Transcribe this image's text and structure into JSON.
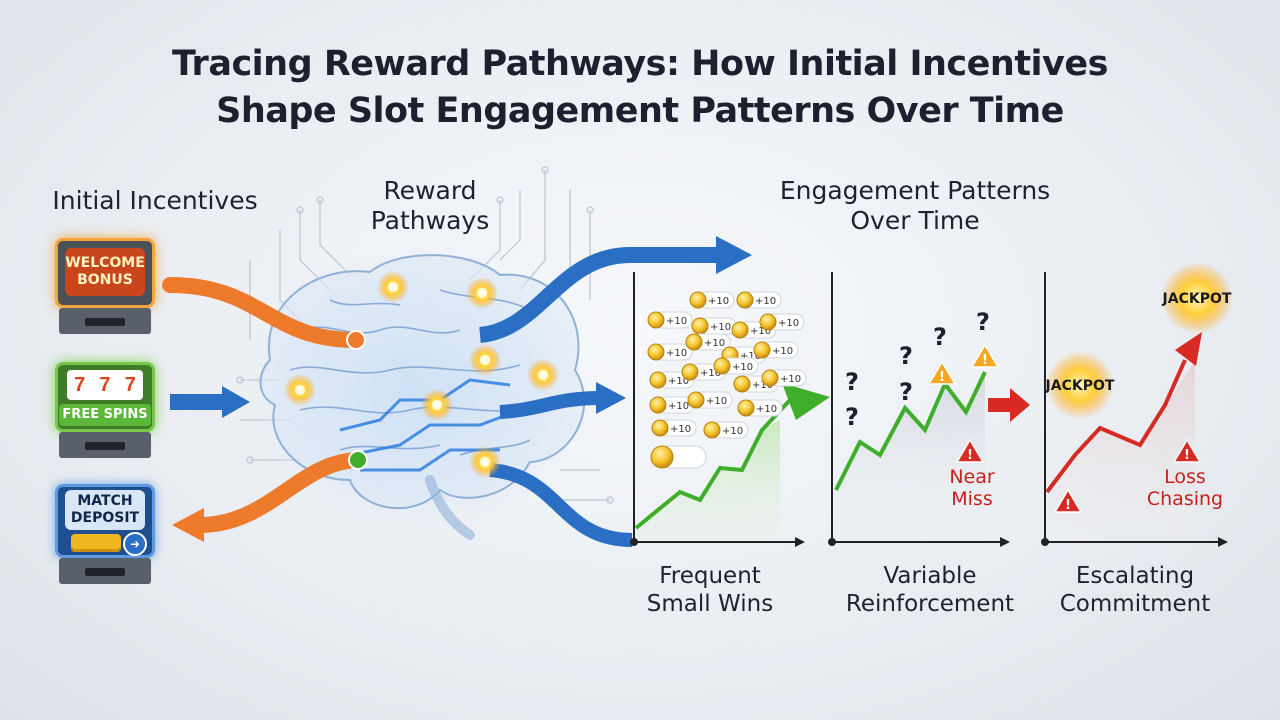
{
  "title": {
    "line1": "Tracing Reward Pathways: How Initial Incentives",
    "line2": "Shape Slot Engagement Patterns Over Time"
  },
  "headings": {
    "incentives": "Initial Incentives",
    "pathways_line1": "Reward",
    "pathways_line2": "Pathways",
    "engagement_line1": "Engagement Patterns",
    "engagement_line2": "Over Time"
  },
  "incentives": [
    {
      "line1": "WELCOME",
      "line2": "BONUS",
      "color": "#e8762a"
    },
    {
      "label": "FREE SPINS",
      "color": "#4caf2a"
    },
    {
      "line1": "MATCH",
      "line2": "DEPOSIT",
      "color": "#1f5fb0"
    }
  ],
  "coin_labels": [
    "+10",
    "+10",
    "+10",
    "+10",
    "+10",
    "+10",
    "+10",
    "+10",
    "+10",
    "+10",
    "+10",
    "+10",
    "+10",
    "+10",
    "+10",
    "+10",
    "+10",
    "+10",
    "+10",
    "+10"
  ],
  "question_marks": [
    "?",
    "?",
    "?",
    "?",
    "?",
    "?"
  ],
  "warnings": [
    "!",
    "!",
    "!",
    "!",
    "!"
  ],
  "labels": {
    "near_miss_line1": "Near",
    "near_miss_line2": "Miss",
    "loss_line1": "Loss",
    "loss_line2": "Chasing",
    "jackpot_1": "JACKPOT",
    "jackpot_2": "JACKPOT"
  },
  "captions": {
    "small_wins_line1": "Frequent",
    "small_wins_line2": "Small Wins",
    "variable_line1": "Variable",
    "variable_line2": "Reinforcement",
    "escalating_line1": "Escalating",
    "escalating_line2": "Commitment"
  },
  "colors": {
    "orange": "#ee7a2c",
    "blue": "#2a6fc4",
    "green": "#3fae2a",
    "red": "#d62a22",
    "gold": "#f0b81e"
  }
}
